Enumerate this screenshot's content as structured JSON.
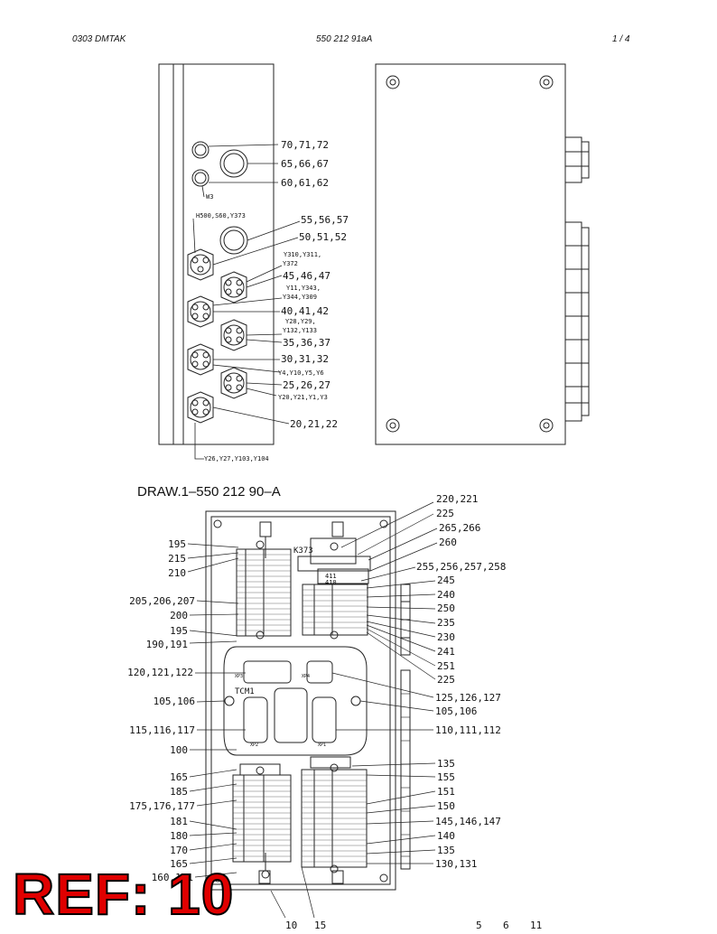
{
  "header": {
    "left": "0303   DMTAK",
    "center": "550 212 91aA",
    "right": "1 /   4"
  },
  "drawing_title": "DRAW.1–550 212 90–A",
  "ref_stamp": "REF: 10",
  "top_view": {
    "labels": [
      {
        "id": "c1",
        "text": "70,71,72"
      },
      {
        "id": "c2",
        "text": "65,66,67"
      },
      {
        "id": "c3",
        "text": "60,61,62"
      },
      {
        "id": "c4",
        "text": "55,56,57"
      },
      {
        "id": "c5",
        "text": "50,51,52"
      },
      {
        "id": "c6",
        "text": "45,46,47"
      },
      {
        "id": "c7",
        "text": "40,41,42"
      },
      {
        "id": "c8",
        "text": "35,36,37"
      },
      {
        "id": "c9",
        "text": "30,31,32"
      },
      {
        "id": "c10",
        "text": "25,26,27"
      },
      {
        "id": "c11",
        "text": "20,21,22"
      }
    ],
    "wire_labels": [
      "W3",
      "H500,S60,Y373",
      "Y310,Y311,",
      "Y372",
      "Y11,Y343,",
      "Y344,Y309",
      "Y28,Y29,",
      "Y132,Y133",
      "Y4,Y10,Y5,Y6",
      "Y20,Y21,Y1,Y3",
      "Y26,Y27,Y103,Y104"
    ]
  },
  "bottom_view": {
    "left_labels": [
      "195",
      "215",
      "210",
      "205,206,207",
      "200",
      "195",
      "190,191",
      "120,121,122",
      "105,106",
      "115,116,117",
      "100",
      "165",
      "185",
      "175,176,177",
      "181",
      "180",
      "170",
      "165",
      "160,161"
    ],
    "right_labels": [
      "220,221",
      "225",
      "265,266",
      "260",
      "255,256,257,258",
      "245",
      "240",
      "250",
      "235",
      "230",
      "241",
      "251",
      "225",
      "125,126,127",
      "105,106",
      "110,111,112",
      "135",
      "155",
      "151",
      "150",
      "145,146,147",
      "140",
      "135",
      "130,131"
    ],
    "bottom_labels": [
      "10",
      "15",
      "5",
      "6",
      "11"
    ],
    "component_labels": [
      "K373",
      "TCM1",
      "411",
      "410",
      "XP3",
      "XP4",
      "XP2",
      "XP1"
    ]
  }
}
